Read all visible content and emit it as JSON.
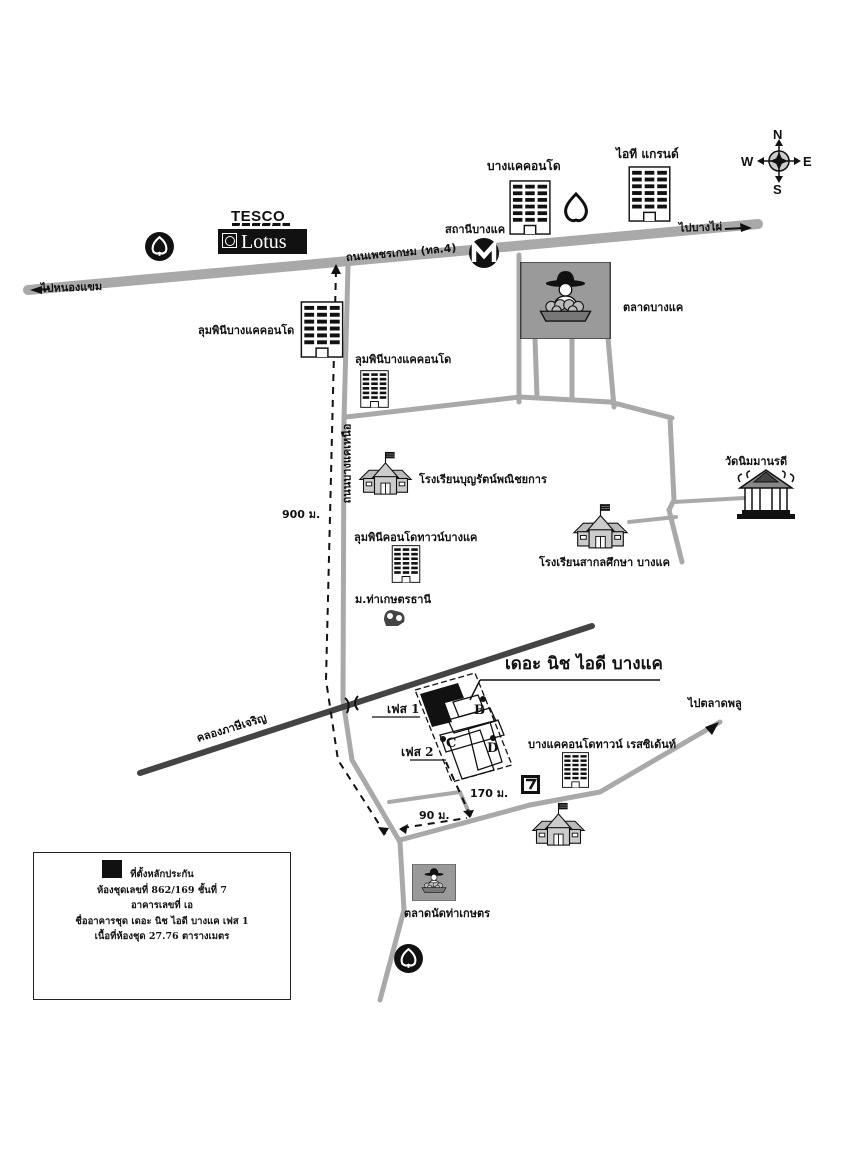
{
  "map": {
    "compass": {
      "north": "N",
      "south": "S",
      "east": "E",
      "west": "W"
    },
    "brand": {
      "tesco": "TESCO",
      "lotus": "Lotus"
    },
    "roads": {
      "main_road": "ถนนเพชรเกษม (ทล.4)",
      "to_left": "ไปหนองแขม",
      "to_right": "ไปบางไผ่",
      "side_road": "ถนนบางแคเหนือ",
      "canal": "คลองภาษีเจริญ",
      "to_talad_phlu": "ไปตลาดพลู"
    },
    "landmarks": {
      "bangkhae_condo": "บางแคคอนโด",
      "it_grand": "ไอที แกรนด์",
      "bangkhae_station": "สถานีบางแค",
      "bangkhae_market": "ตลาดบางแค",
      "lumpini_west": "ลุมพินีบางแคคอนโด",
      "lumpini_east": "ลุมพินีบางแคคอนโด",
      "school_boonyarat": "โรงเรียนบุญรัตน์พณิชยการ",
      "wat_nimmanoradee": "วัดนิมมานรดี",
      "school_sakon": "โรงเรียนสากลศึกษา บางแค",
      "lumpini_town": "ลุมพินีคอนโดทาวน์บางแค",
      "tha_kaset_thani": "ม.ท่าเกษตรธานี",
      "the_niche": "เดอะ นิช ไอดี บางแค",
      "phase1": "เฟส 1",
      "phase2": "เฟส 2",
      "building_b": "B",
      "building_c": "C",
      "building_d": "D",
      "bangkhae_residence": "บางแคคอนโดทาวน์ เรสซิเด้นท์",
      "tha_kaset_market": "ตลาดนัดท่าเกษตร"
    },
    "distances": {
      "d900": "900 ม.",
      "d170": "170 ม.",
      "d90": "90 ม."
    }
  },
  "legend": {
    "title": "ที่ตั้งหลักประกัน",
    "line1": "ห้องชุดเลขที่ 862/169 ชั้นที่ 7",
    "line2": "อาคารเลขที่ เอ",
    "line3": "ชื่ออาคารชุด เดอะ นิช ไอดี บางแค เฟส 1",
    "line4": "เนื้อที่ห้องชุด 27.76 ตารางเมตร"
  }
}
